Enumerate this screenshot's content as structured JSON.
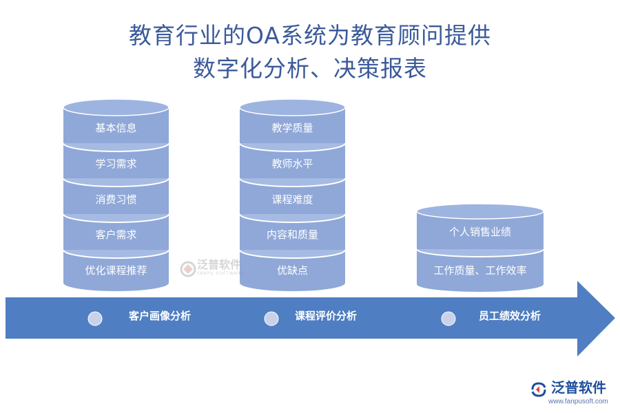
{
  "title": {
    "line1": "教育行业的OA系统为教育顾问提供",
    "line2": "数字化分析、决策报表"
  },
  "stacks": [
    {
      "category": "客户画像分析",
      "segments": [
        "基本信息",
        "学习需求",
        "消费习惯",
        "客户需求",
        "优化课程推荐"
      ]
    },
    {
      "category": "课程评价分析",
      "segments": [
        "教学质量",
        "教师水平",
        "课程难度",
        "内容和质量",
        "优缺点"
      ]
    },
    {
      "category": "员工绩效分析",
      "segments": [
        "个人销售业绩",
        "工作质量、工作效率"
      ]
    }
  ],
  "watermark": {
    "text": "泛普软件",
    "sub": "FANPU SOFTWARE"
  },
  "logo": {
    "text": "泛普软件",
    "url": "www.fanpusoft.com"
  },
  "colors": {
    "title": "#3b5a9a",
    "cylinder_fill": "#8fa8d8",
    "cylinder_top": "#9db4e0",
    "arrow": "#4f7ec2",
    "dot": "#c9d2ea",
    "logo": "#1d4f9c"
  }
}
